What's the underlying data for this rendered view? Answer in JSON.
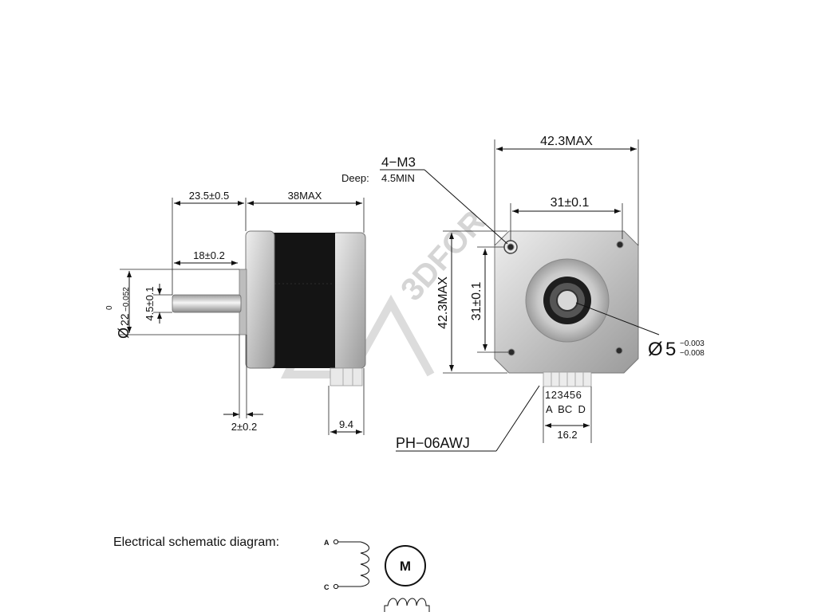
{
  "side_view": {
    "dim_flange_to_shaft": "23.5±0.5",
    "dim_body_length": "38MAX",
    "dim_shaft_length": "18±0.2",
    "dim_flat": "4.5±0.1",
    "dim_boss_diam_main": "22",
    "dim_boss_tol_upper": "0",
    "dim_boss_tol_lower": "−0.052",
    "dim_boss_height": "2±0.2",
    "dim_connector": "9.4"
  },
  "front_view": {
    "dim_width": "42.3MAX",
    "dim_hole_spacing_h": "31±0.1",
    "dim_height": "42.3MAX",
    "dim_hole_spacing_v": "31±0.1",
    "thread_label": "4−M3",
    "deep_label": "Deep:",
    "deep_value": "4.5MIN",
    "shaft_diam_main": "5",
    "shaft_tol_upper": "−0.003",
    "shaft_tol_lower": "−0.008",
    "pin_numbers": "123456",
    "pin_letters": "A  BC  D",
    "connector_width": "16.2",
    "connector_part": "PH−06AWJ"
  },
  "watermark": "3DFOR",
  "schematic": {
    "title": "Electrical schematic diagram:",
    "terminal_a": "A",
    "terminal_c": "C",
    "motor_label": "M"
  }
}
